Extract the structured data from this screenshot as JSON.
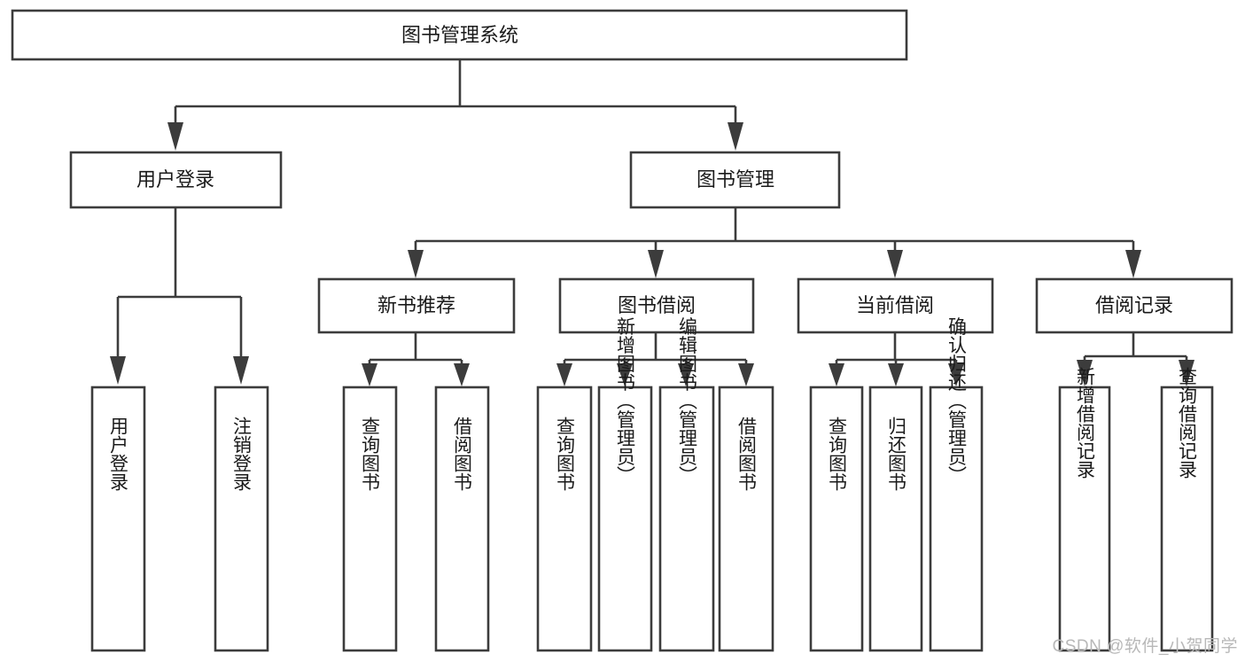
{
  "diagram": {
    "type": "tree-hierarchy",
    "title": "图书管理系统",
    "watermark": "CSDN @软件_小贺同学",
    "colors": {
      "stroke": "#3c3c3c",
      "box_fill": "#ffffff",
      "text": "#1a1a1a",
      "background": "#ffffff",
      "watermark": "#b8b8b8"
    },
    "levels": {
      "root": {
        "label": "图书管理系统",
        "orientation": "horizontal"
      },
      "level2": [
        {
          "label": "用户登录",
          "orientation": "horizontal"
        },
        {
          "label": "图书管理",
          "orientation": "horizontal"
        }
      ],
      "level3": [
        {
          "label": "新书推荐",
          "orientation": "horizontal",
          "parent": "图书管理"
        },
        {
          "label": "图书借阅",
          "orientation": "horizontal",
          "parent": "图书管理"
        },
        {
          "label": "当前借阅",
          "orientation": "horizontal",
          "parent": "图书管理"
        },
        {
          "label": "借阅记录",
          "orientation": "horizontal",
          "parent": "图书管理"
        }
      ],
      "leaves": [
        {
          "label": "用户登录",
          "orientation": "vertical",
          "parent": "用户登录"
        },
        {
          "label": "注销登录",
          "orientation": "vertical",
          "parent": "用户登录"
        },
        {
          "label": "查询图书",
          "orientation": "vertical",
          "parent": "新书推荐"
        },
        {
          "label": "借阅图书",
          "orientation": "vertical",
          "parent": "新书推荐"
        },
        {
          "label": "查询图书",
          "orientation": "vertical",
          "parent": "图书借阅"
        },
        {
          "label": "新增图书（管理员）",
          "orientation": "vertical",
          "parent": "图书借阅"
        },
        {
          "label": "编辑图书（管理员）",
          "orientation": "vertical",
          "parent": "图书借阅"
        },
        {
          "label": "借阅图书",
          "orientation": "vertical",
          "parent": "图书借阅"
        },
        {
          "label": "查询图书",
          "orientation": "vertical",
          "parent": "当前借阅"
        },
        {
          "label": "归还图书",
          "orientation": "vertical",
          "parent": "当前借阅"
        },
        {
          "label": "确认归还（管理员）",
          "orientation": "vertical",
          "parent": "当前借阅"
        },
        {
          "label": "新增借阅记录",
          "orientation": "vertical",
          "parent": "借阅记录"
        },
        {
          "label": "查询借阅记录",
          "orientation": "vertical",
          "parent": "借阅记录"
        }
      ]
    },
    "nodes": {
      "root": "图书管理系统",
      "user_login": "用户登录",
      "book_mgmt": "图书管理",
      "new_book_rec": "新书推荐",
      "book_borrow": "图书借阅",
      "current_borrow": "当前借阅",
      "borrow_record": "借阅记录",
      "leaf_user_login": "用户登录",
      "leaf_logout": "注销登录",
      "leaf_query_book_a": "查询图书",
      "leaf_borrow_book_a": "借阅图书",
      "leaf_query_book_b": "查询图书",
      "leaf_add_book": "新增图书（管理员）",
      "leaf_edit_book": "编辑图书（管理员）",
      "leaf_borrow_book_b": "借阅图书",
      "leaf_query_book_c": "查询图书",
      "leaf_return_book": "归还图书",
      "leaf_confirm_return": "确认归还（管理员）",
      "leaf_add_record": "新增借阅记录",
      "leaf_query_record": "查询借阅记录"
    }
  }
}
